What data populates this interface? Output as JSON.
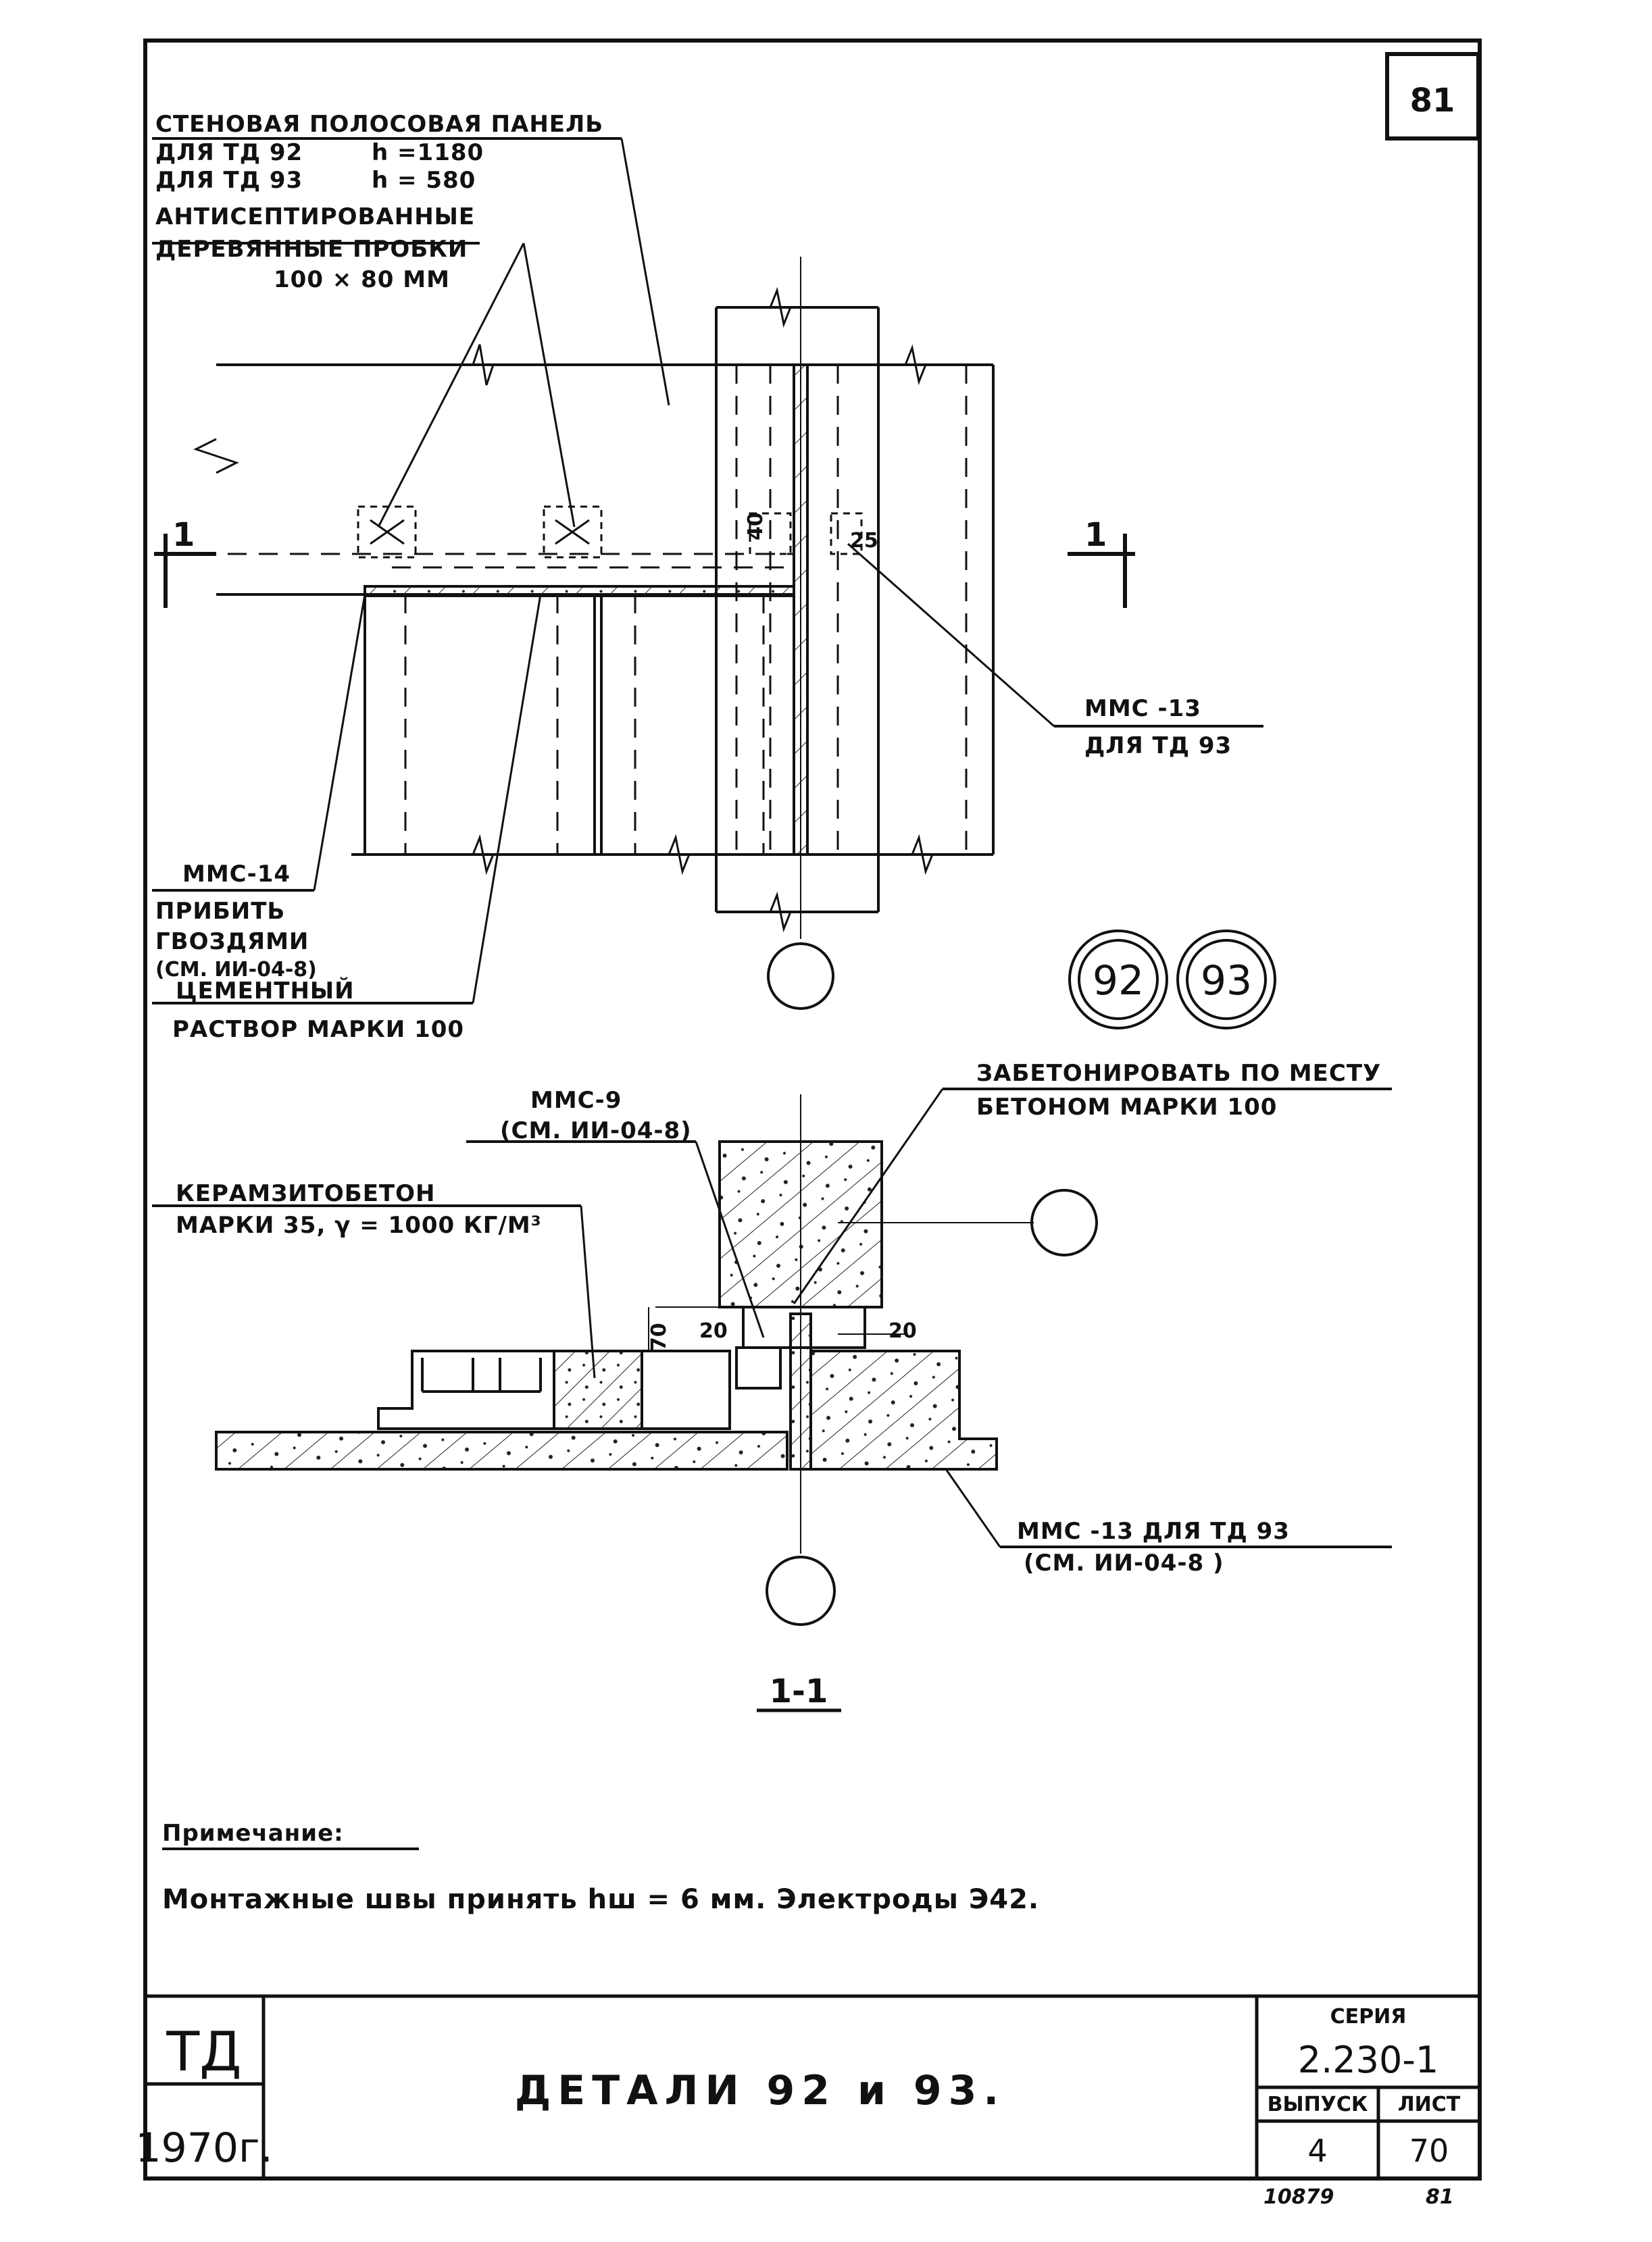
{
  "sheet_number": "81",
  "top_view": {
    "panel_title": "СТЕНОВАЯ ПОЛОСОВАЯ ПАНЕЛЬ",
    "panel_td92": "ДЛЯ ТД 92",
    "panel_td92_h": "h =1180",
    "panel_td93": "ДЛЯ ТД 93",
    "panel_td93_h": "h = 580",
    "plugs_line1": "АНТИСЕПТИРОВАННЫЕ",
    "plugs_line2": "ДЕРЕВЯННЫЕ ПРОБКИ",
    "plugs_size": "100 × 80 ММ",
    "mmc13_label": "ММС -13",
    "mmc13_for": "ДЛЯ ТД 93",
    "mmc14_label": "ММС-14",
    "nail_line1": "ПРИБИТЬ",
    "nail_line2": "ГВОЗДЯМИ",
    "nail_ref": "(СМ. ИИ-04-8)",
    "cement_line1": "ЦЕМЕНТНЫЙ",
    "cement_line2": "РАСТВОР МАРКИ 100",
    "section_mark": "1",
    "dim_a": "40",
    "dim_b": "25"
  },
  "badges": [
    "92",
    "93"
  ],
  "section": {
    "mmc9_label": "ММС-9",
    "mmc9_ref": "(СМ. ИИ-04-8)",
    "concrete_line1": "ЗАБЕТОНИРОВАТЬ ПО МЕСТУ",
    "concrete_line2": "БЕТОНОМ МАРКИ 100",
    "keram_line1": "КЕРАМЗИТОБЕТОН",
    "keram_line2": "МАРКИ 35, γ = 1000 КГ/М³",
    "dim_20_left": "20",
    "dim_20_right": "20",
    "dim_70": "70",
    "mmc13_line1": "ММС -13 ДЛЯ ТД 93",
    "mmc13_line2": "(СМ. ИИ-04-8 )",
    "section_title": "1-1"
  },
  "note": {
    "heading": "Примечание:",
    "text": "Монтажные швы принять hш = 6 мм. Электроды Э42."
  },
  "title_block": {
    "org": "ТД",
    "year": "1970г.",
    "title": "ДЕТАЛИ 92 и 93.",
    "series_label": "СЕРИЯ",
    "series_value": "2.230-1",
    "issue_label": "ВЫПУСК",
    "issue_value": "4",
    "sheet_label": "ЛИСТ",
    "sheet_value": "70",
    "archive_no": "10879",
    "page_no": "81"
  }
}
